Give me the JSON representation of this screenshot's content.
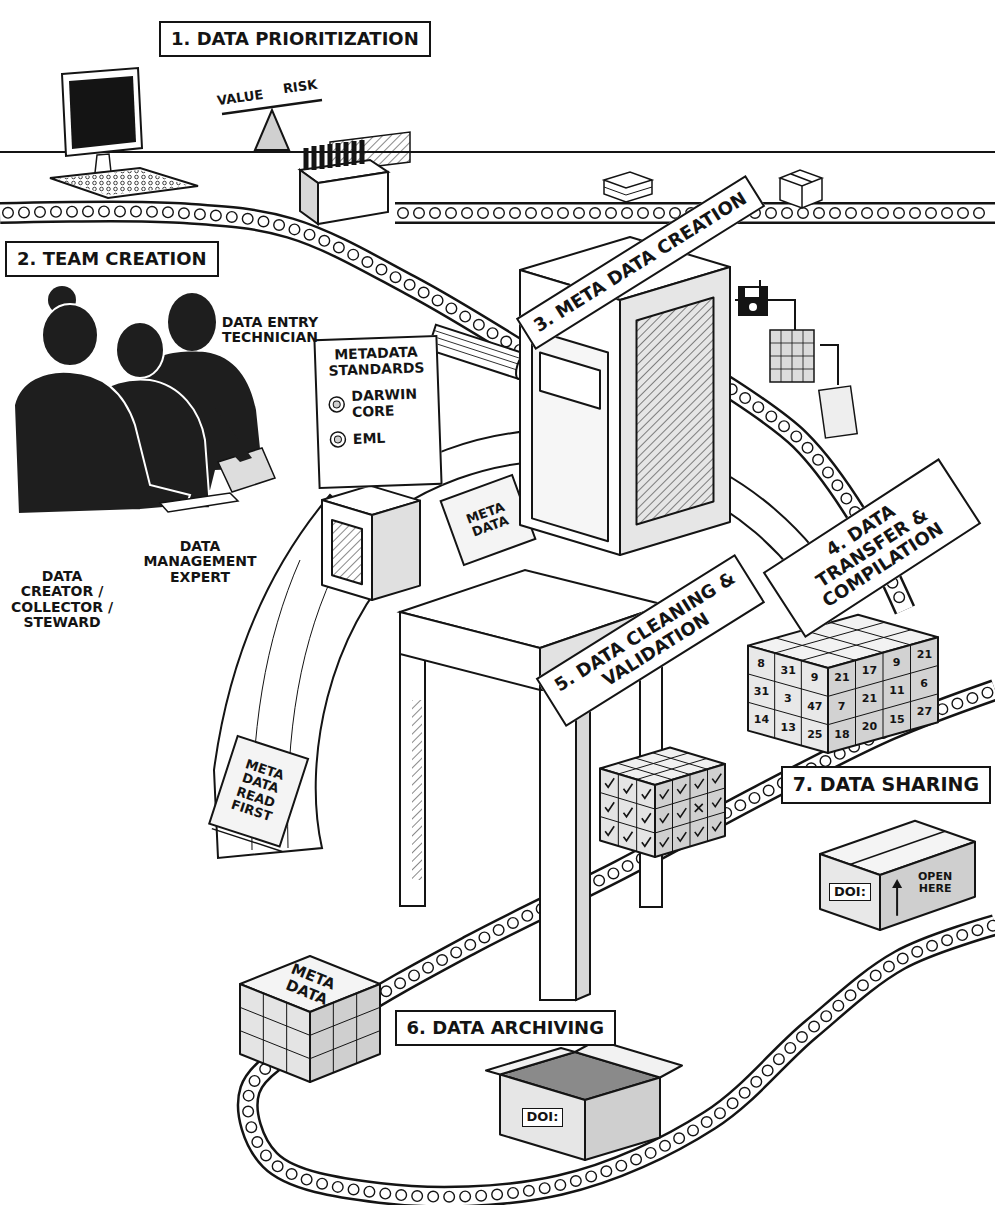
{
  "diagram": {
    "nodes": [
      {
        "text": [
          "1. DATA PRIORITIZATION"
        ]
      },
      {
        "text": [
          "2. TEAM CREATION"
        ]
      },
      {
        "text": [
          "METADATA STANDARDS",
          "DARWIN CORE",
          "EML"
        ]
      },
      {
        "text": [
          "3. META DATA CREATION"
        ]
      },
      {
        "text": [
          "4. DATA TRANSFER & COMPILATION"
        ]
      },
      {
        "text": [
          "5. DATA CLEANING & VALIDATION"
        ]
      },
      {
        "text": [
          "6. DATA ARCHIVING"
        ]
      },
      {
        "text": [
          "7. DATA SHARING"
        ]
      }
    ],
    "labels": [
      "VALUE",
      "RISK",
      "DATA ENTRY TECHNICIAN",
      "DATA MANAGEMENT EXPERT",
      "DATA CREATOR / COLLECTOR / STEWARD",
      "META DATA",
      "META DATA READ FIRST",
      "META DATA",
      "DOI:",
      "DOI:",
      "OPEN HERE",
      "8",
      "31",
      "9",
      "31",
      "3",
      "47",
      "14",
      "13",
      "25",
      "21",
      "17",
      "9",
      "21",
      "7",
      "21",
      "11",
      "6",
      "18",
      "20",
      "15",
      "27"
    ]
  }
}
